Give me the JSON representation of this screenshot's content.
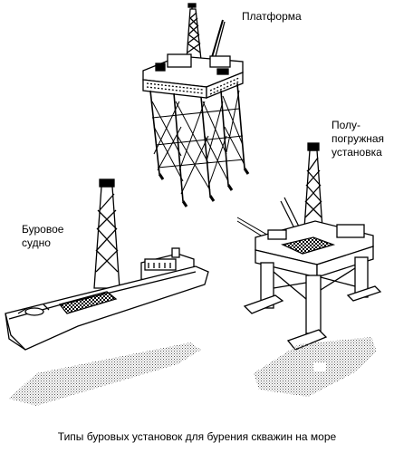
{
  "labels": {
    "platform": "Платформа",
    "semisub": [
      "Полу-",
      "погружная",
      "установка"
    ],
    "drillship": [
      "Буровое",
      "судно"
    ]
  },
  "caption": "Типы буровых установок для бурения скважин на море"
}
